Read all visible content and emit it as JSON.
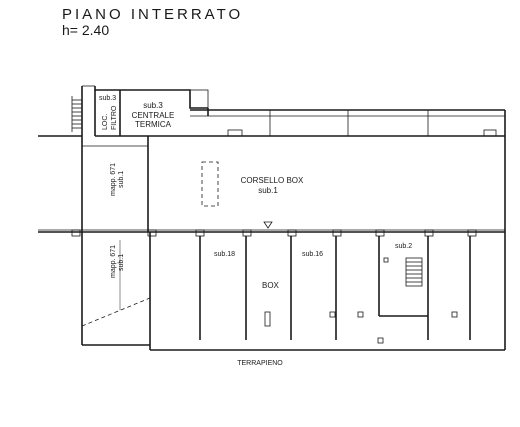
{
  "header": {
    "title": "PIANO   INTERRATO",
    "height": "h= 2.40"
  },
  "rooms": {
    "sub3_small": "sub.3",
    "loc_filtro": [
      "LOC.",
      "FILTRO"
    ],
    "centrale_termica": [
      "sub.3",
      "CENTRALE",
      "TERMICA"
    ],
    "corsello": [
      "CORSELLO BOX",
      "sub.1"
    ],
    "mapp_upper": [
      "mapp. 671",
      "sub.1"
    ],
    "mapp_lower": [
      "mapp. 671",
      "sub.1"
    ],
    "sub18": "sub.18",
    "sub16": "sub.16",
    "box": "BOX",
    "sub2": "sub.2"
  },
  "footer": {
    "terrapieno": "TERRAPIENO"
  }
}
